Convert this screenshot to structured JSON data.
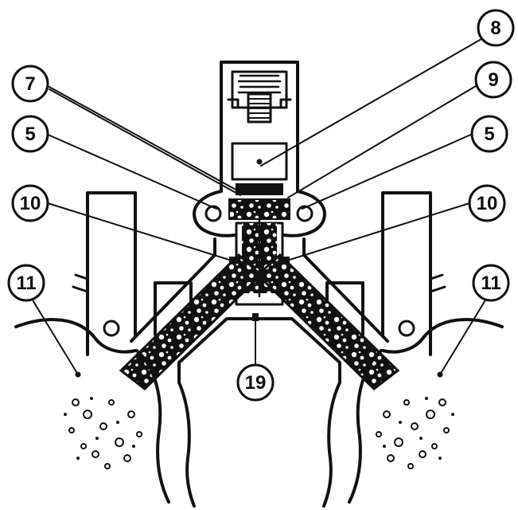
{
  "diagram": {
    "colors": {
      "ink": "#111111",
      "paper": "#ffffff"
    },
    "callouts": [
      {
        "id": "c8",
        "label": "8"
      },
      {
        "id": "c7",
        "label": "7"
      },
      {
        "id": "c9",
        "label": "9"
      },
      {
        "id": "c5l",
        "label": "5"
      },
      {
        "id": "c5r",
        "label": "5"
      },
      {
        "id": "c10l",
        "label": "10"
      },
      {
        "id": "c10r",
        "label": "10"
      },
      {
        "id": "c11l",
        "label": "11"
      },
      {
        "id": "c11r",
        "label": "11"
      },
      {
        "id": "c19",
        "label": "19"
      }
    ]
  }
}
